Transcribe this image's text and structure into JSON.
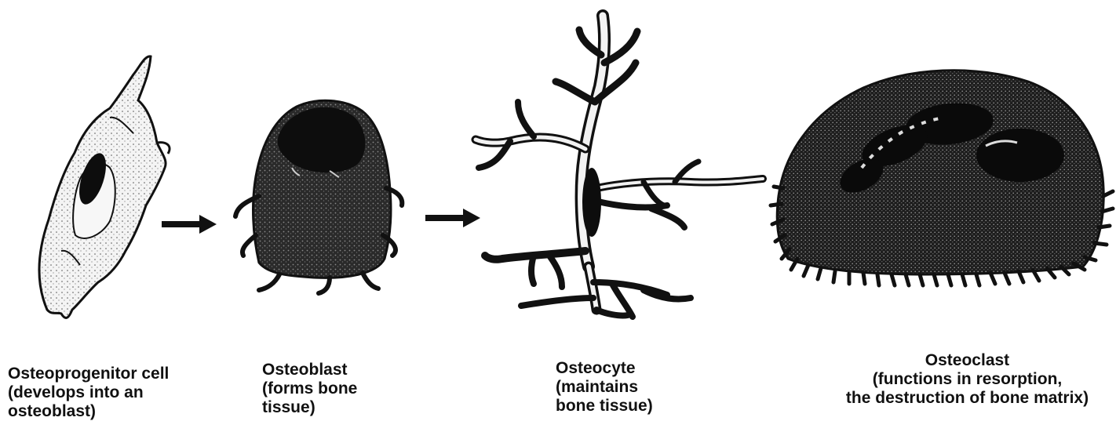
{
  "cells": [
    {
      "name": "Osteoprogenitor cell",
      "lines": [
        "Osteoprogenitor cell",
        "(develops into an",
        "osteoblast)"
      ]
    },
    {
      "name": "Osteoblast",
      "lines": [
        "Osteoblast",
        "(forms bone",
        "tissue)"
      ]
    },
    {
      "name": "Osteocyte",
      "lines": [
        "Osteocyte",
        "(maintains",
        "bone tissue)"
      ]
    },
    {
      "name": "Osteoclast",
      "lines": [
        "Osteoclast",
        "(functions in resorption,",
        "the destruction of bone matrix)"
      ]
    }
  ],
  "colors": {
    "ink": "#111111",
    "cell_light": "#f2f2f2",
    "cell_dark": "#1a1a1a",
    "nucleus": "#0d0d0d"
  }
}
